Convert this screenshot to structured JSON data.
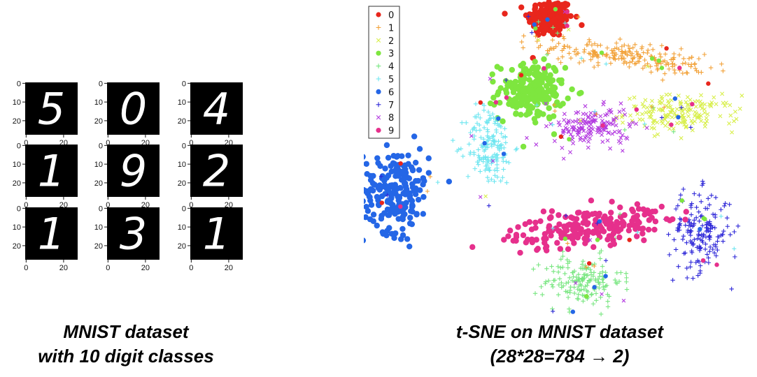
{
  "captions": {
    "left_line1": "MNIST dataset",
    "left_line2": "with 10 digit classes",
    "right_line1": "t-SNE on MNIST dataset",
    "right_line2": "(28*28=784 → 2)"
  },
  "mnist_grid": {
    "digits": [
      "5",
      "0",
      "4",
      "1",
      "9",
      "2",
      "1",
      "3",
      "1"
    ],
    "y_ticks": [
      "0",
      "10",
      "20"
    ],
    "x_ticks": [
      "0",
      "20"
    ]
  },
  "chart_data": {
    "type": "scatter",
    "title": "",
    "xlabel": "",
    "ylabel": "",
    "grid": false,
    "axes_visible": false,
    "legend": {
      "placement": "top-left",
      "entries": [
        {
          "label": "0",
          "color": "#e8261c",
          "marker": "circle"
        },
        {
          "label": "1",
          "color": "#f2a23a",
          "marker": "plus"
        },
        {
          "label": "2",
          "color": "#d8ef4a",
          "marker": "x"
        },
        {
          "label": "3",
          "color": "#7ee63f",
          "marker": "circle"
        },
        {
          "label": "4",
          "color": "#78e680",
          "marker": "plus"
        },
        {
          "label": "5",
          "color": "#6fe6f0",
          "marker": "plus"
        },
        {
          "label": "6",
          "color": "#2466e6",
          "marker": "circle"
        },
        {
          "label": "7",
          "color": "#2f28d8",
          "marker": "plus"
        },
        {
          "label": "8",
          "color": "#b33be0",
          "marker": "x"
        },
        {
          "label": "9",
          "color": "#e6308c",
          "marker": "circle"
        }
      ]
    },
    "series": [
      {
        "name": "0",
        "cluster": {
          "cx": 0.0,
          "cy": 9.0,
          "rx": 2.2,
          "ry": 1.9,
          "n": 180
        }
      },
      {
        "name": "1",
        "cluster": {
          "cx": 8.0,
          "cy": 4.8,
          "rx": 8.0,
          "ry": 1.3,
          "n": 210,
          "tilt": -0.14
        }
      },
      {
        "name": "2",
        "cluster": {
          "cx": 14.0,
          "cy": -1.5,
          "rx": 5.5,
          "ry": 1.8,
          "n": 170
        }
      },
      {
        "name": "3",
        "cluster": {
          "cx": -2.0,
          "cy": 1.0,
          "rx": 3.2,
          "ry": 2.9,
          "n": 210
        }
      },
      {
        "name": "4",
        "cluster": {
          "cx": 3.5,
          "cy": -20.0,
          "rx": 3.8,
          "ry": 2.5,
          "n": 160
        }
      },
      {
        "name": "5",
        "cluster": {
          "cx": -6.5,
          "cy": -5.0,
          "rx": 2.3,
          "ry": 4.0,
          "n": 160
        }
      },
      {
        "name": "6",
        "cluster": {
          "cx": -16.5,
          "cy": -10.0,
          "rx": 3.2,
          "ry": 4.2,
          "n": 210
        }
      },
      {
        "name": "7",
        "cluster": {
          "cx": 16.0,
          "cy": -14.5,
          "rx": 3.0,
          "ry": 4.0,
          "n": 170
        }
      },
      {
        "name": "8",
        "cluster": {
          "cx": 4.5,
          "cy": -3.0,
          "rx": 3.7,
          "ry": 1.9,
          "n": 150
        }
      },
      {
        "name": "9",
        "cluster": {
          "cx": 4.0,
          "cy": -14.0,
          "rx": 7.5,
          "ry": 1.8,
          "n": 220,
          "tilt": 0.16
        }
      }
    ],
    "xlim": [
      -20,
      22
    ],
    "ylim": [
      -24,
      11
    ]
  }
}
